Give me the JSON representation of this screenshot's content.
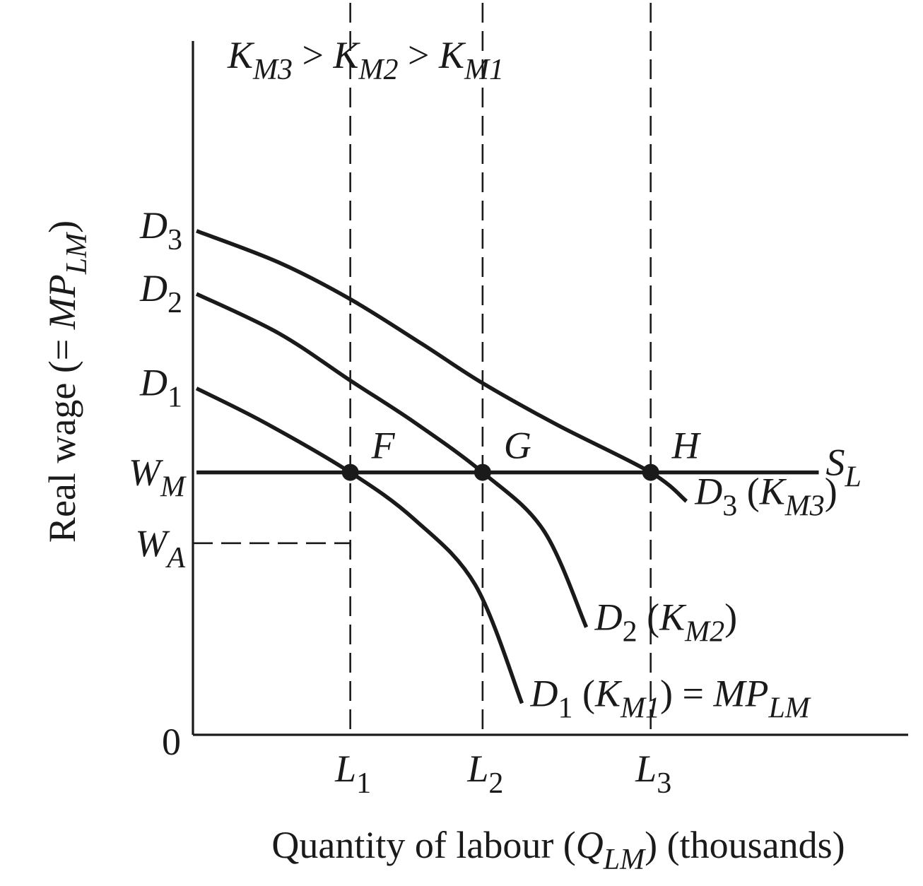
{
  "chart_data": {
    "type": "line",
    "title": "",
    "xlabel": {
      "prefix": "Quantity of labour (",
      "symbol": "Q",
      "sub": "LM",
      "suffix": ") (thousands)"
    },
    "ylabel": {
      "prefix": "Real wage (= ",
      "symbol": "MP",
      "sub": "LM",
      "suffix": ")"
    },
    "origin_label": "0",
    "annotation": {
      "parts": [
        {
          "text": "K",
          "sub": "M3"
        },
        {
          "text": " > "
        },
        {
          "text": "K",
          "sub": "M2"
        },
        {
          "text": " > "
        },
        {
          "text": "K",
          "sub": "M1"
        }
      ]
    },
    "y_ticks": [
      {
        "id": "WM",
        "symbol": "W",
        "sub": "M",
        "value": 5.0
      },
      {
        "id": "WA",
        "symbol": "W",
        "sub": "A",
        "value": 3.65
      }
    ],
    "x_ticks": [
      {
        "id": "L1",
        "symbol": "L",
        "sub": "1",
        "value": 2.2
      },
      {
        "id": "L2",
        "symbol": "L",
        "sub": "2",
        "value": 4.05
      },
      {
        "id": "L3",
        "symbol": "L",
        "sub": "3",
        "value": 6.4
      }
    ],
    "series": [
      {
        "id": "D1",
        "start_label": {
          "symbol": "D",
          "sub": "1"
        },
        "end_label": {
          "symbol": "D",
          "sub": "1",
          "paren_symbol": "K",
          "paren_sub": "M1",
          "extra": "= MP",
          "extra_sub": "LM"
        },
        "x": [
          0.05,
          1.0,
          2.2,
          3.1,
          3.95,
          4.6
        ],
        "y": [
          6.6,
          5.95,
          5.0,
          4.1,
          2.85,
          0.6
        ]
      },
      {
        "id": "D2",
        "start_label": {
          "symbol": "D",
          "sub": "2"
        },
        "end_label": {
          "symbol": "D",
          "sub": "2",
          "paren_symbol": "K",
          "paren_sub": "M2"
        },
        "x": [
          0.05,
          1.2,
          2.2,
          3.1,
          4.05,
          4.9,
          5.5
        ],
        "y": [
          8.4,
          7.65,
          6.75,
          5.95,
          5.0,
          3.9,
          2.05
        ]
      },
      {
        "id": "D3",
        "start_label": {
          "symbol": "D",
          "sub": "3"
        },
        "end_label": {
          "symbol": "D",
          "sub": "3",
          "paren_symbol": "K",
          "paren_sub": "M3"
        },
        "x": [
          0.05,
          1.2,
          2.2,
          3.2,
          4.05,
          5.1,
          6.4,
          6.9
        ],
        "y": [
          9.6,
          9.0,
          8.3,
          7.45,
          6.7,
          5.9,
          5.0,
          4.45
        ]
      }
    ],
    "supply": {
      "id": "SL",
      "symbol": "S",
      "sub": "L",
      "y": 5.0,
      "x_range": [
        0.05,
        8.75
      ]
    },
    "points": [
      {
        "id": "F",
        "label": "F",
        "x": 2.2,
        "y": 5.0
      },
      {
        "id": "G",
        "label": "G",
        "x": 4.05,
        "y": 5.0
      },
      {
        "id": "H",
        "label": "H",
        "x": 6.4,
        "y": 5.0
      }
    ],
    "xlim": [
      0,
      10
    ],
    "ylim": [
      0,
      14
    ],
    "grid": false
  }
}
